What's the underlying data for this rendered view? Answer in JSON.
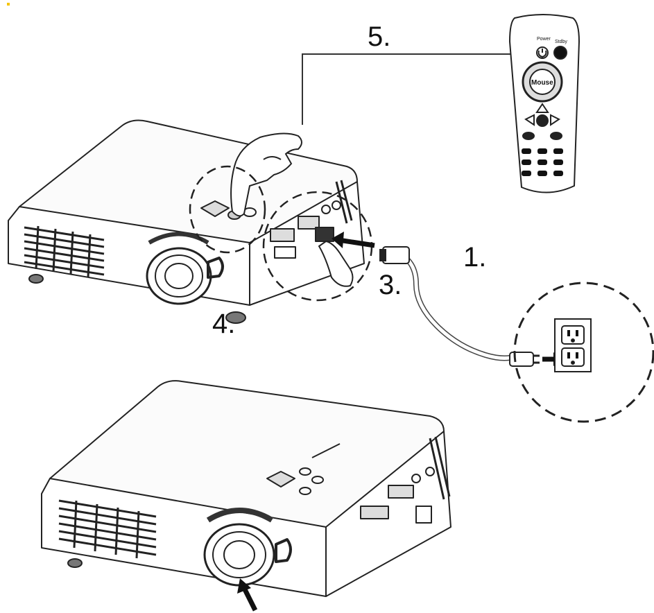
{
  "steps": {
    "step1": "1.",
    "step3": "3.",
    "step4": "4.",
    "step5": "5."
  },
  "remote": {
    "power_label": "Power",
    "standby_label": "Stdby",
    "dpad_label": "Mouse"
  },
  "colors": {
    "line": "#222222",
    "dark": "#111111",
    "light_fill": "#f4f4f4",
    "corner_mark": "#f5c400"
  },
  "icons": {
    "arrow_to_projector": "arrow-right-icon",
    "arrow_to_outlet": "arrow-right-icon",
    "arrow_to_lens": "arrow-up-right-icon",
    "power_button": "power-icon"
  }
}
